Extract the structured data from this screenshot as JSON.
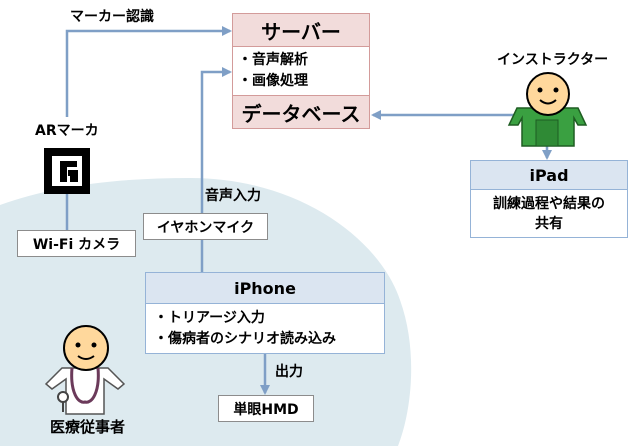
{
  "labels": {
    "marker_recognition": "マーカー認識",
    "ar_marker": "ARマーカ",
    "voice_input": "音声入力",
    "output": "出力",
    "instructor": "インストラクター",
    "medical_staff": "医療従事者"
  },
  "server": {
    "title": "サーバー",
    "functions": [
      "・音声解析",
      "・画像処理"
    ],
    "database": "データベース"
  },
  "ipad": {
    "title": "iPad",
    "description": [
      "訓練過程や結果の",
      "共有"
    ]
  },
  "iphone": {
    "title": "iPhone",
    "functions": [
      "・トリアージ入力",
      "・傷病者のシナリオ読み込み"
    ]
  },
  "devices": {
    "wifi_camera": "Wi-Fi カメラ",
    "earphone_mic": "イヤホンマイク",
    "hmd": "単眼HMD"
  },
  "colors": {
    "server_fill": "#f2dcdb",
    "server_border": "#d39b9a",
    "device_fill": "#dbe5f1",
    "device_border": "#95b3d7",
    "arrow": "#7f9fc6",
    "field_area": "#ddeaef",
    "instructor_body": "#3aa041",
    "face": "#ffd89c"
  },
  "icons": [
    "ar-marker-icon",
    "instructor-figure-icon",
    "medical-staff-figure-icon"
  ]
}
